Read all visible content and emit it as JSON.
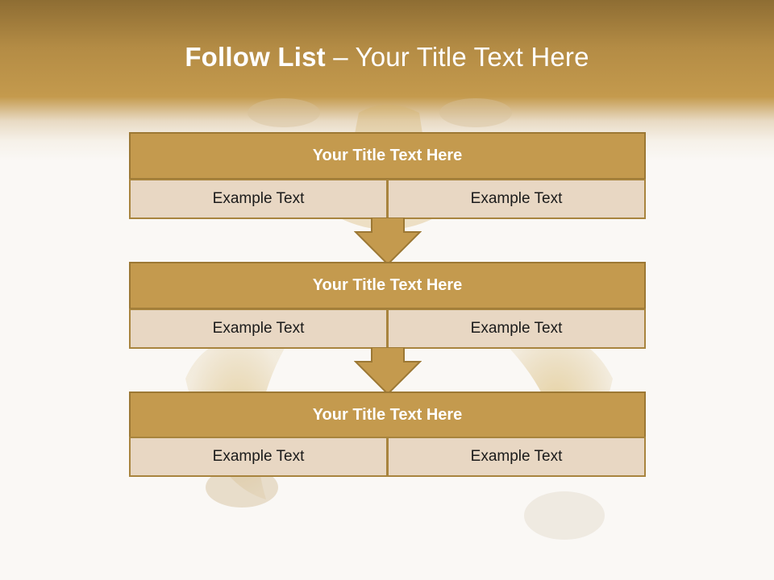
{
  "slide": {
    "title_bold": "Follow List",
    "title_rest": " – Your Title Text Here"
  },
  "colors": {
    "header": "#b48c45",
    "block_title_bg": "#c49a4e",
    "cell_bg": "#e8d7c3",
    "border": "#9c7834"
  },
  "steps": [
    {
      "title": "Your Title Text Here",
      "left": "Example Text",
      "right": "Example Text"
    },
    {
      "title": "Your Title Text Here",
      "left": "Example Text",
      "right": "Example Text"
    },
    {
      "title": "Your Title Text Here",
      "left": "Example Text",
      "right": "Example Text"
    }
  ]
}
